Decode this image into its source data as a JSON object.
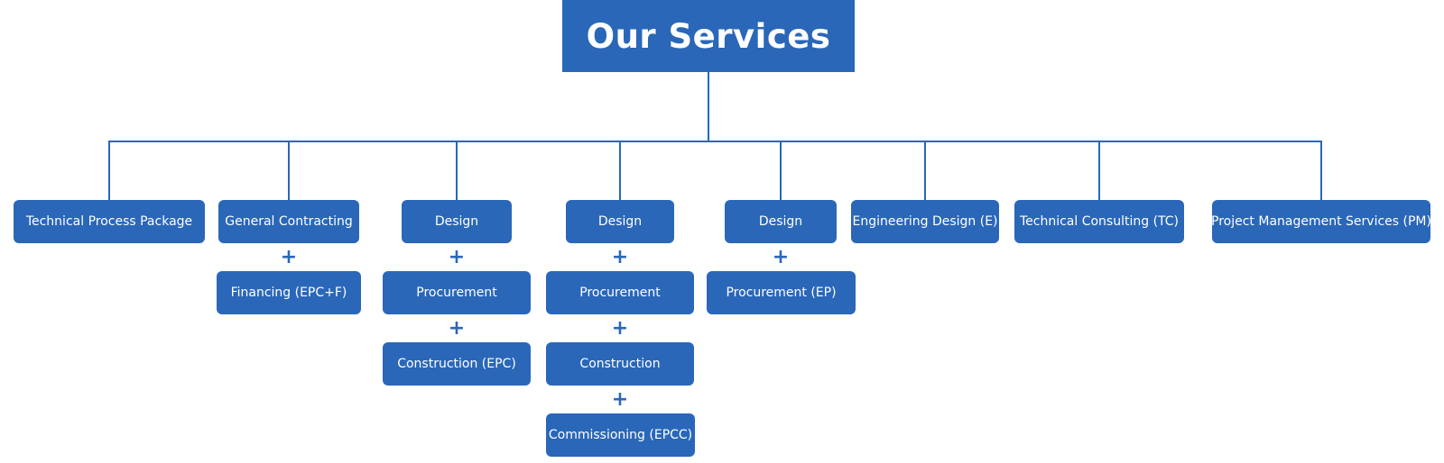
{
  "title": "Our Services",
  "plus": "+",
  "colors": {
    "primary": "#2a67b8",
    "text_on_primary": "#ffffff",
    "background": "#ffffff"
  },
  "chart_data": {
    "type": "table",
    "title": "Our Services",
    "description": "Organization-style tree of service offerings; stacked boxes joined by + form combined service packages",
    "columns": [
      [
        "Technical Process Package"
      ],
      [
        "General Contracting",
        "Financing (EPC+F)"
      ],
      [
        "Design",
        "Procurement",
        "Construction (EPC)"
      ],
      [
        "Design",
        "Procurement",
        "Construction",
        "Commissioning (EPCC)"
      ],
      [
        "Design",
        "Procurement (EP)"
      ],
      [
        "Engineering Design (E)"
      ],
      [
        "Technical Consulting (TC)"
      ],
      [
        "Project Management Services (PM)"
      ]
    ]
  },
  "tree": {
    "columns": [
      {
        "boxes": [
          "Technical Process Package"
        ]
      },
      {
        "boxes": [
          "General Contracting",
          "Financing (EPC+F)"
        ]
      },
      {
        "boxes": [
          "Design",
          "Procurement",
          "Construction (EPC)"
        ]
      },
      {
        "boxes": [
          "Design",
          "Procurement",
          "Construction",
          "Commissioning (EPCC)"
        ]
      },
      {
        "boxes": [
          "Design",
          "Procurement (EP)"
        ]
      },
      {
        "boxes": [
          "Engineering Design (E)"
        ]
      },
      {
        "boxes": [
          "Technical Consulting (TC)"
        ]
      },
      {
        "boxes": [
          "Project Management Services (PM)"
        ]
      }
    ]
  }
}
